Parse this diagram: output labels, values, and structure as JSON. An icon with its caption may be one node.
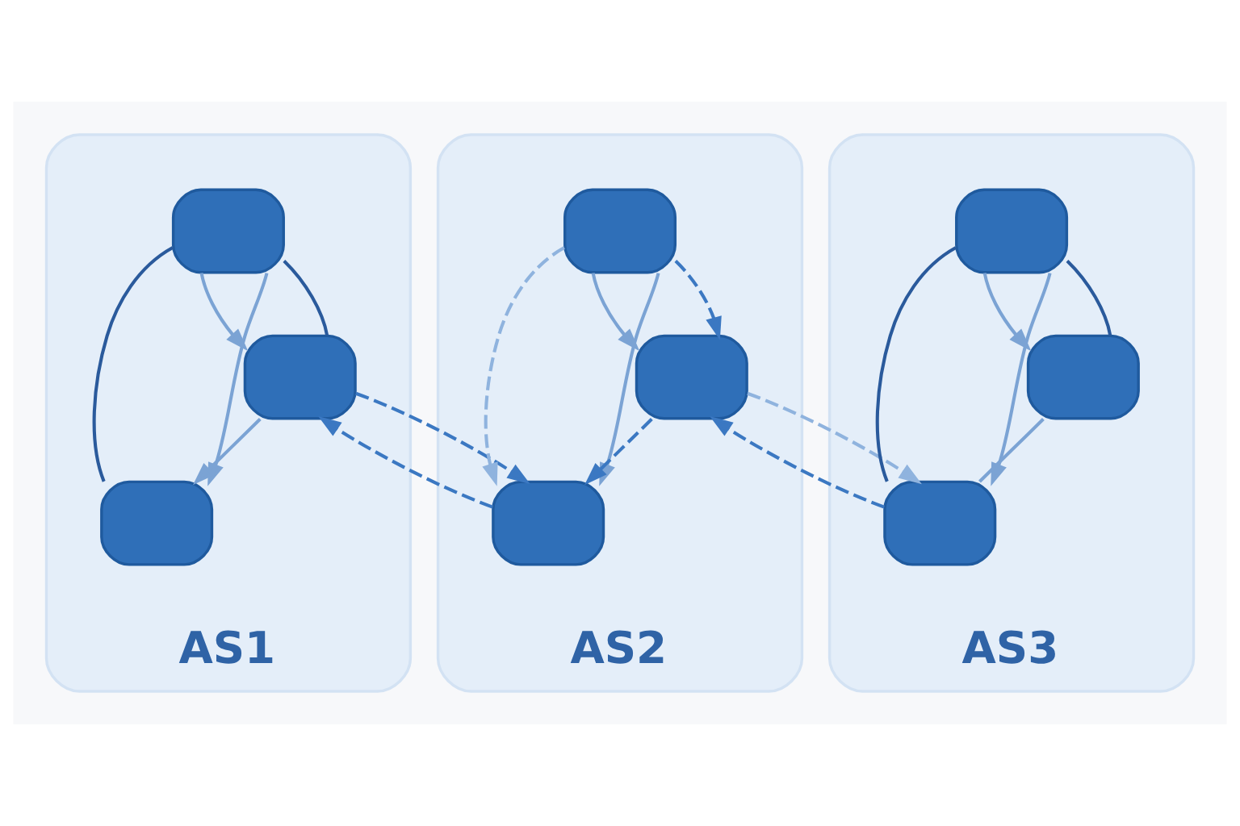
{
  "diagram": {
    "nodes": [
      {
        "text": [
          "AS1"
        ]
      },
      {
        "text": [],
        "shape": "box",
        "in": 0
      },
      {
        "text": [],
        "shape": "box",
        "in": 0
      },
      {
        "text": [],
        "shape": "box",
        "in": 0
      },
      {
        "text": [
          "AS2"
        ]
      },
      {
        "text": [],
        "shape": "box",
        "in": 4
      },
      {
        "text": [],
        "shape": "box",
        "in": 4
      },
      {
        "text": [],
        "shape": "box",
        "in": 4
      },
      {
        "text": [
          "AS3"
        ]
      },
      {
        "text": [],
        "shape": "box",
        "in": 8
      },
      {
        "text": [],
        "shape": "box",
        "in": 8
      },
      {
        "text": [],
        "shape": "box",
        "in": 8
      }
    ],
    "edges": [
      {
        "from": 1,
        "to": 2,
        "arrow": "none",
        "color": "#2a5a9c"
      },
      {
        "from": 1,
        "to": 2,
        "arrow": "to",
        "color": "#7ba3d4"
      },
      {
        "from": 1,
        "to": 3,
        "arrow": "to",
        "color": "#7ba3d4"
      },
      {
        "from": 1,
        "to": 3,
        "arrow": "none",
        "color": "#2a5a9c"
      },
      {
        "from": 3,
        "to": 2,
        "arrow": "to",
        "color": "#7ba3d4"
      },
      {
        "from": 3,
        "to": 6,
        "arrow": "to",
        "style": "dashed"
      },
      {
        "from": 6,
        "to": 3,
        "arrow": "to",
        "style": "dashed"
      },
      {
        "from": 5,
        "to": 6,
        "arrow": "to",
        "style": "dashed",
        "color": "#8fb3de"
      },
      {
        "from": 5,
        "to": 6,
        "arrow": "to",
        "color": "#7ba3d4"
      },
      {
        "from": 5,
        "to": 7,
        "arrow": "to",
        "color": "#7ba3d4"
      },
      {
        "from": 5,
        "to": 7,
        "arrow": "to",
        "style": "dashed"
      },
      {
        "from": 7,
        "to": 6,
        "arrow": "to",
        "style": "dashed"
      },
      {
        "from": 7,
        "to": 10,
        "arrow": "to",
        "style": "dashed",
        "color": "#8fb3de"
      },
      {
        "from": 10,
        "to": 7,
        "arrow": "to",
        "style": "dashed"
      },
      {
        "from": 9,
        "to": 10,
        "arrow": "none",
        "color": "#2a5a9c"
      },
      {
        "from": 9,
        "to": 10,
        "arrow": "to",
        "color": "#7ba3d4"
      },
      {
        "from": 9,
        "to": 11,
        "arrow": "to",
        "color": "#7ba3d4"
      },
      {
        "from": 9,
        "to": 11,
        "arrow": "none",
        "color": "#2a5a9c"
      },
      {
        "from": 11,
        "to": 10,
        "arrow": "none",
        "color": "#7ba3d4"
      }
    ]
  }
}
